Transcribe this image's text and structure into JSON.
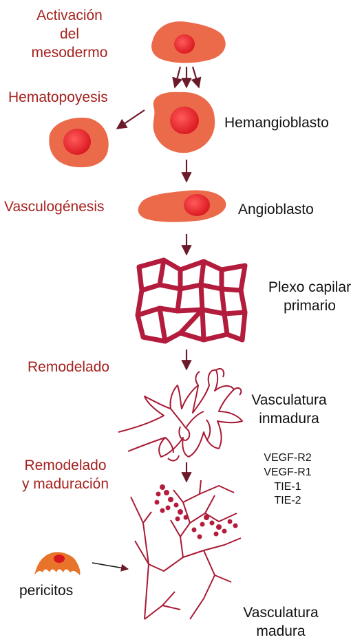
{
  "colors": {
    "stage_text": "#a5221f",
    "cell_body": "#ea6a4a",
    "cell_nucleus": "#dd1f22",
    "vessel": "#b31c3c",
    "arrow": "#6b1a2a",
    "pericyte": "#e8732a"
  },
  "stages": {
    "activation_line1": "Activación",
    "activation_line2": "del",
    "activation_line3": "mesodermo",
    "hematopoiesis": "Hematopoyesis",
    "vasculogenesis": "Vasculogénesis",
    "remodeling": "Remodelado",
    "remodeling_maturation_line1": "Remodelado",
    "remodeling_maturation_line2": "y maduración"
  },
  "cells": {
    "hemangioblast": "Hemangioblasto",
    "angioblast": "Angioblasto",
    "primary_plexus_line1": "Plexo capilar",
    "primary_plexus_line2": "primario",
    "immature_line1": "Vasculatura",
    "immature_line2": "inmadura",
    "mature_line1": "Vasculatura",
    "mature_line2": "madura",
    "pericytes": "pericitos"
  },
  "receptors": [
    "VEGF-R2",
    "VEGF-R1",
    "TIE-1",
    "TIE-2"
  ]
}
